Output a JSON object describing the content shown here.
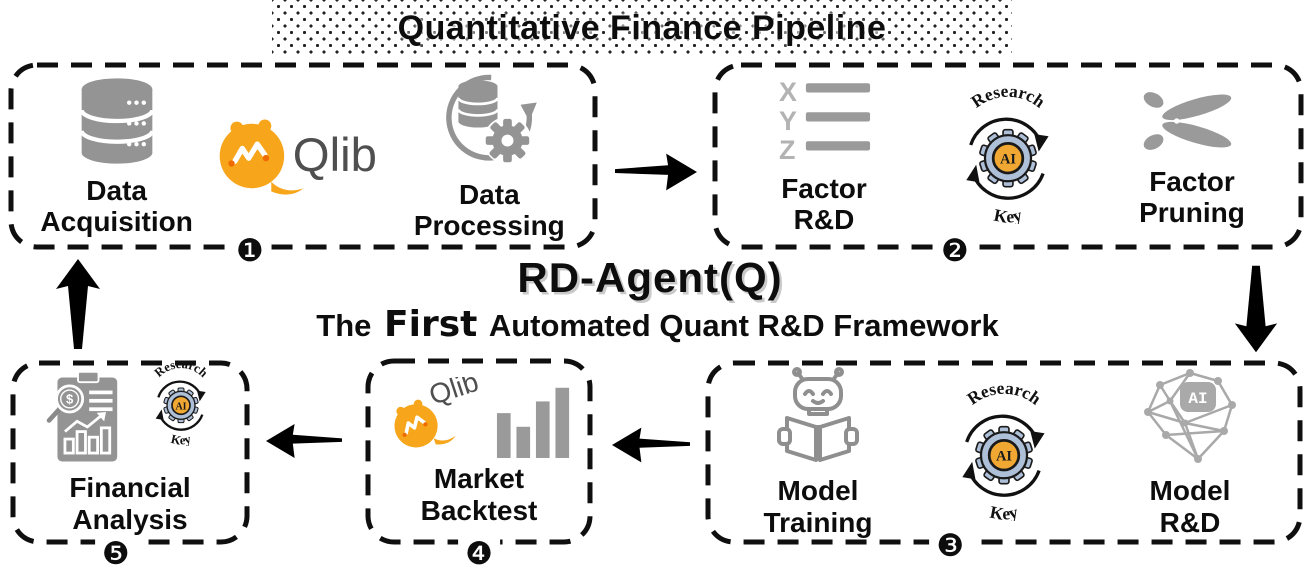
{
  "title": "Quantitative Finance Pipeline",
  "center": {
    "heading": "RD-Agent(Q)",
    "sub_the": "The",
    "sub_first": "First",
    "sub_rest": "Automated Quant R&D Framework"
  },
  "rd_agent_logo": {
    "top_text": "Research",
    "bottom_text": "Key",
    "core_text": "AI"
  },
  "qlib": {
    "wordmark": "Qlib"
  },
  "factor_icon": {
    "x": "X",
    "y": "Y",
    "z": "Z"
  },
  "model_network_icon": {
    "badge": "AI"
  },
  "financial_icon": {
    "dollar": "$"
  },
  "boxes": [
    {
      "number": "❶",
      "items": [
        {
          "icon": "database-icon",
          "label": "Data Acquisition"
        },
        {
          "icon": "qlib-logo",
          "label": ""
        },
        {
          "icon": "data-processing-icon",
          "label": "Data Processing"
        }
      ]
    },
    {
      "number": "❷",
      "items": [
        {
          "icon": "xyz-factor-icon",
          "label": "Factor R&D"
        },
        {
          "icon": "rd-agent-ai-gear-logo",
          "label": ""
        },
        {
          "icon": "scissors-icon",
          "label": "Factor Pruning"
        }
      ]
    },
    {
      "number": "❸",
      "items": [
        {
          "icon": "robot-reading-icon",
          "label": "Model Training"
        },
        {
          "icon": "rd-agent-ai-gear-logo",
          "label": ""
        },
        {
          "icon": "ai-network-icon",
          "label": "Model R&D"
        }
      ]
    },
    {
      "number": "❹",
      "items": [
        {
          "icon": "qlib-logo-tilted-with-bar-chart",
          "label": "Market Backtest"
        }
      ]
    },
    {
      "number": "❺",
      "items": [
        {
          "icon": "financial-report-icon-with-ai-gear",
          "label": "Financial Analysis"
        }
      ]
    }
  ],
  "colors": {
    "icon_gray": "#949494",
    "icon_light_gray": "#a9a9a9",
    "qlib_orange": "#f7a61b",
    "qlib_dot_orange": "#ef6c00",
    "qlib_text_gray": "#4f4f4f",
    "gear_blue": "#aebfd8",
    "ai_core_orange": "#f0a832",
    "line_black": "#0f0f0f"
  }
}
